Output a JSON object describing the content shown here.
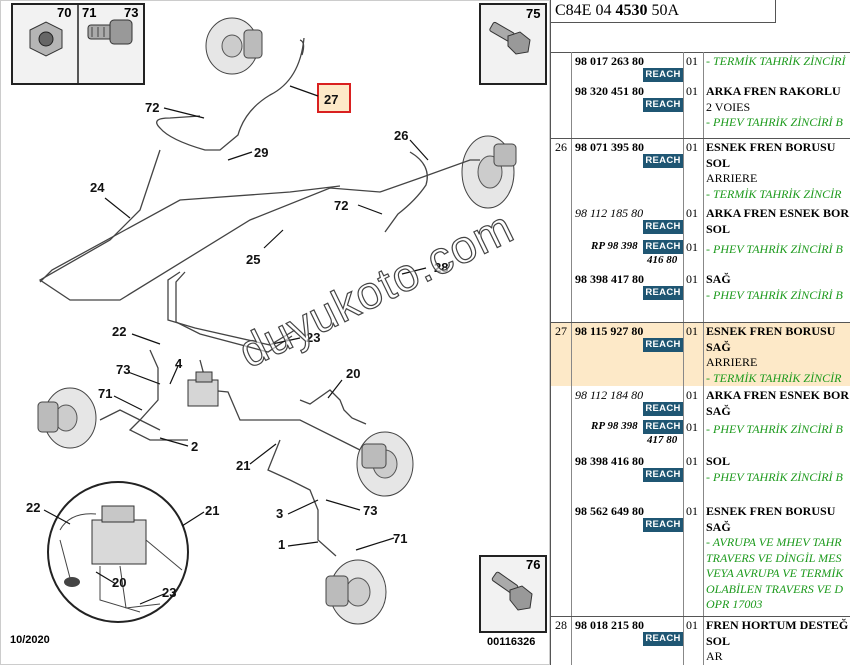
{
  "diagram": {
    "callouts": [
      "72",
      "27",
      "26",
      "29",
      "24",
      "72",
      "25",
      "28",
      "22",
      "23",
      "73",
      "4",
      "20",
      "71",
      "2",
      "21",
      "22",
      "21",
      "3",
      "73",
      "1",
      "71",
      "20",
      "23"
    ],
    "insets": {
      "top_left": [
        "70",
        "71",
        "73"
      ],
      "top_right": "75",
      "bottom_right": "76"
    },
    "watermark": "duyukoto.com",
    "date": "10/2020",
    "code": "00116326"
  },
  "header": {
    "prefix": "C84E 04 ",
    "bold": "4530",
    "suffix": " 50A"
  },
  "badge_label": "REACH",
  "rows": [
    {
      "pn": "98 017 263 80",
      "qty": "01",
      "lines": [
        {
          "t": "- TERMİK TAHRİK ZİNCİRİ",
          "s": "g"
        }
      ]
    },
    {
      "pn": "98 320 451 80",
      "qty": "01",
      "lines": [
        {
          "t": "ARKA FREN RAKORLU",
          "s": "b"
        },
        {
          "t": "2 VOIES",
          "s": ""
        },
        {
          "t": "- PHEV TAHRİK ZİNCİRİ B",
          "s": "g"
        }
      ]
    },
    {
      "ref": "26",
      "pn": "98 071 395 80",
      "qty": "01",
      "lines": [
        {
          "t": "ESNEK FREN BORUSU",
          "s": "b"
        },
        {
          "t": "SOL",
          "s": "b"
        },
        {
          "t": "ARRIERE",
          "s": ""
        },
        {
          "t": "- TERMİK TAHRİK ZİNCİR",
          "s": "g"
        }
      ]
    },
    {
      "pn": "98 112 185 80",
      "alt": true,
      "qty": "01",
      "lines": [
        {
          "t": "ARKA FREN ESNEK BOR",
          "s": "b"
        },
        {
          "t": "SOL",
          "s": "b"
        }
      ]
    },
    {
      "rp1": "RP 98 398",
      "rp2": "416 80",
      "qty": "01",
      "lines": [
        {
          "t": "- PHEV TAHRİK ZİNCİRİ B",
          "s": "g"
        }
      ]
    },
    {
      "pn": "98 398 417 80",
      "qty": "01",
      "lines": [
        {
          "t": "SAĞ",
          "s": "b"
        },
        {
          "t": "- PHEV TAHRİK ZİNCİRİ B",
          "s": "g"
        }
      ]
    },
    {
      "ref": "27",
      "pn": "98 115 927 80",
      "qty": "01",
      "lines": [
        {
          "t": "ESNEK FREN BORUSU",
          "s": "b"
        },
        {
          "t": "SAĞ",
          "s": "b"
        },
        {
          "t": "ARRIERE",
          "s": ""
        },
        {
          "t": "- TERMİK TAHRİK ZİNCİR",
          "s": "g"
        }
      ]
    },
    {
      "pn": "98 112 184 80",
      "alt": true,
      "qty": "01",
      "lines": [
        {
          "t": "ARKA FREN ESNEK BOR",
          "s": "b"
        },
        {
          "t": "SAĞ",
          "s": "b"
        }
      ]
    },
    {
      "rp1": "RP 98 398",
      "rp2": "417 80",
      "qty": "01",
      "lines": [
        {
          "t": "- PHEV TAHRİK ZİNCİRİ B",
          "s": "g"
        }
      ]
    },
    {
      "pn": "98 398 416 80",
      "qty": "01",
      "lines": [
        {
          "t": "SOL",
          "s": "b"
        },
        {
          "t": "- PHEV TAHRİK ZİNCİRİ B",
          "s": "g"
        }
      ]
    },
    {
      "pn": "98 562 649 80",
      "qty": "01",
      "lines": [
        {
          "t": "ESNEK FREN BORUSU",
          "s": "b"
        },
        {
          "t": "SAĞ",
          "s": "b"
        },
        {
          "t": "- AVRUPA VE MHEV TAHR",
          "s": "g"
        },
        {
          "t": "TRAVERS VE DİNGİL MES",
          "s": "g"
        },
        {
          "t": "VEYA AVRUPA VE TERMİK",
          "s": "g"
        },
        {
          "t": "OLABİLEN TRAVERS VE D",
          "s": "g"
        },
        {
          "t": "OPR 17003",
          "s": "g"
        }
      ]
    },
    {
      "ref": "28",
      "pn": "98 018 215 80",
      "qty": "01",
      "lines": [
        {
          "t": "FREN HORTUM DESTEĞ",
          "s": "b"
        },
        {
          "t": "SOL",
          "s": "b"
        },
        {
          "t": "AR",
          "s": ""
        }
      ]
    }
  ]
}
